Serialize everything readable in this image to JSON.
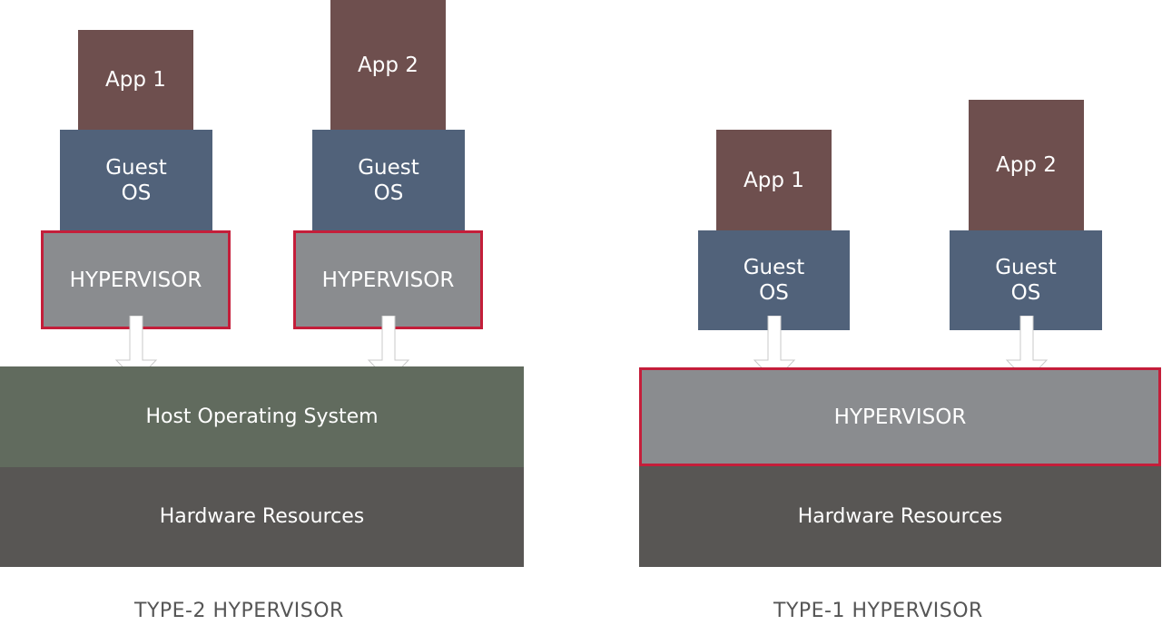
{
  "colors": {
    "app": "#6e4f4e",
    "guest": "#51627a",
    "hypervisor": "#8a8c8f",
    "hypervisor_border": "#c41e3a",
    "host_os": "#616b5e",
    "hardware": "#585654"
  },
  "type2": {
    "caption": "TYPE-2 HYPERVISOR",
    "app1": "App 1",
    "app2": "App 2",
    "guest_os": "Guest\nOS",
    "hypervisor": "HYPERVISOR",
    "host_os": "Host Operating System",
    "hardware": "Hardware Resources"
  },
  "type1": {
    "caption": "TYPE-1 HYPERVISOR",
    "app1": "App 1",
    "app2": "App 2",
    "guest_os": "Guest\nOS",
    "hypervisor": "HYPERVISOR",
    "hardware": "Hardware Resources"
  }
}
